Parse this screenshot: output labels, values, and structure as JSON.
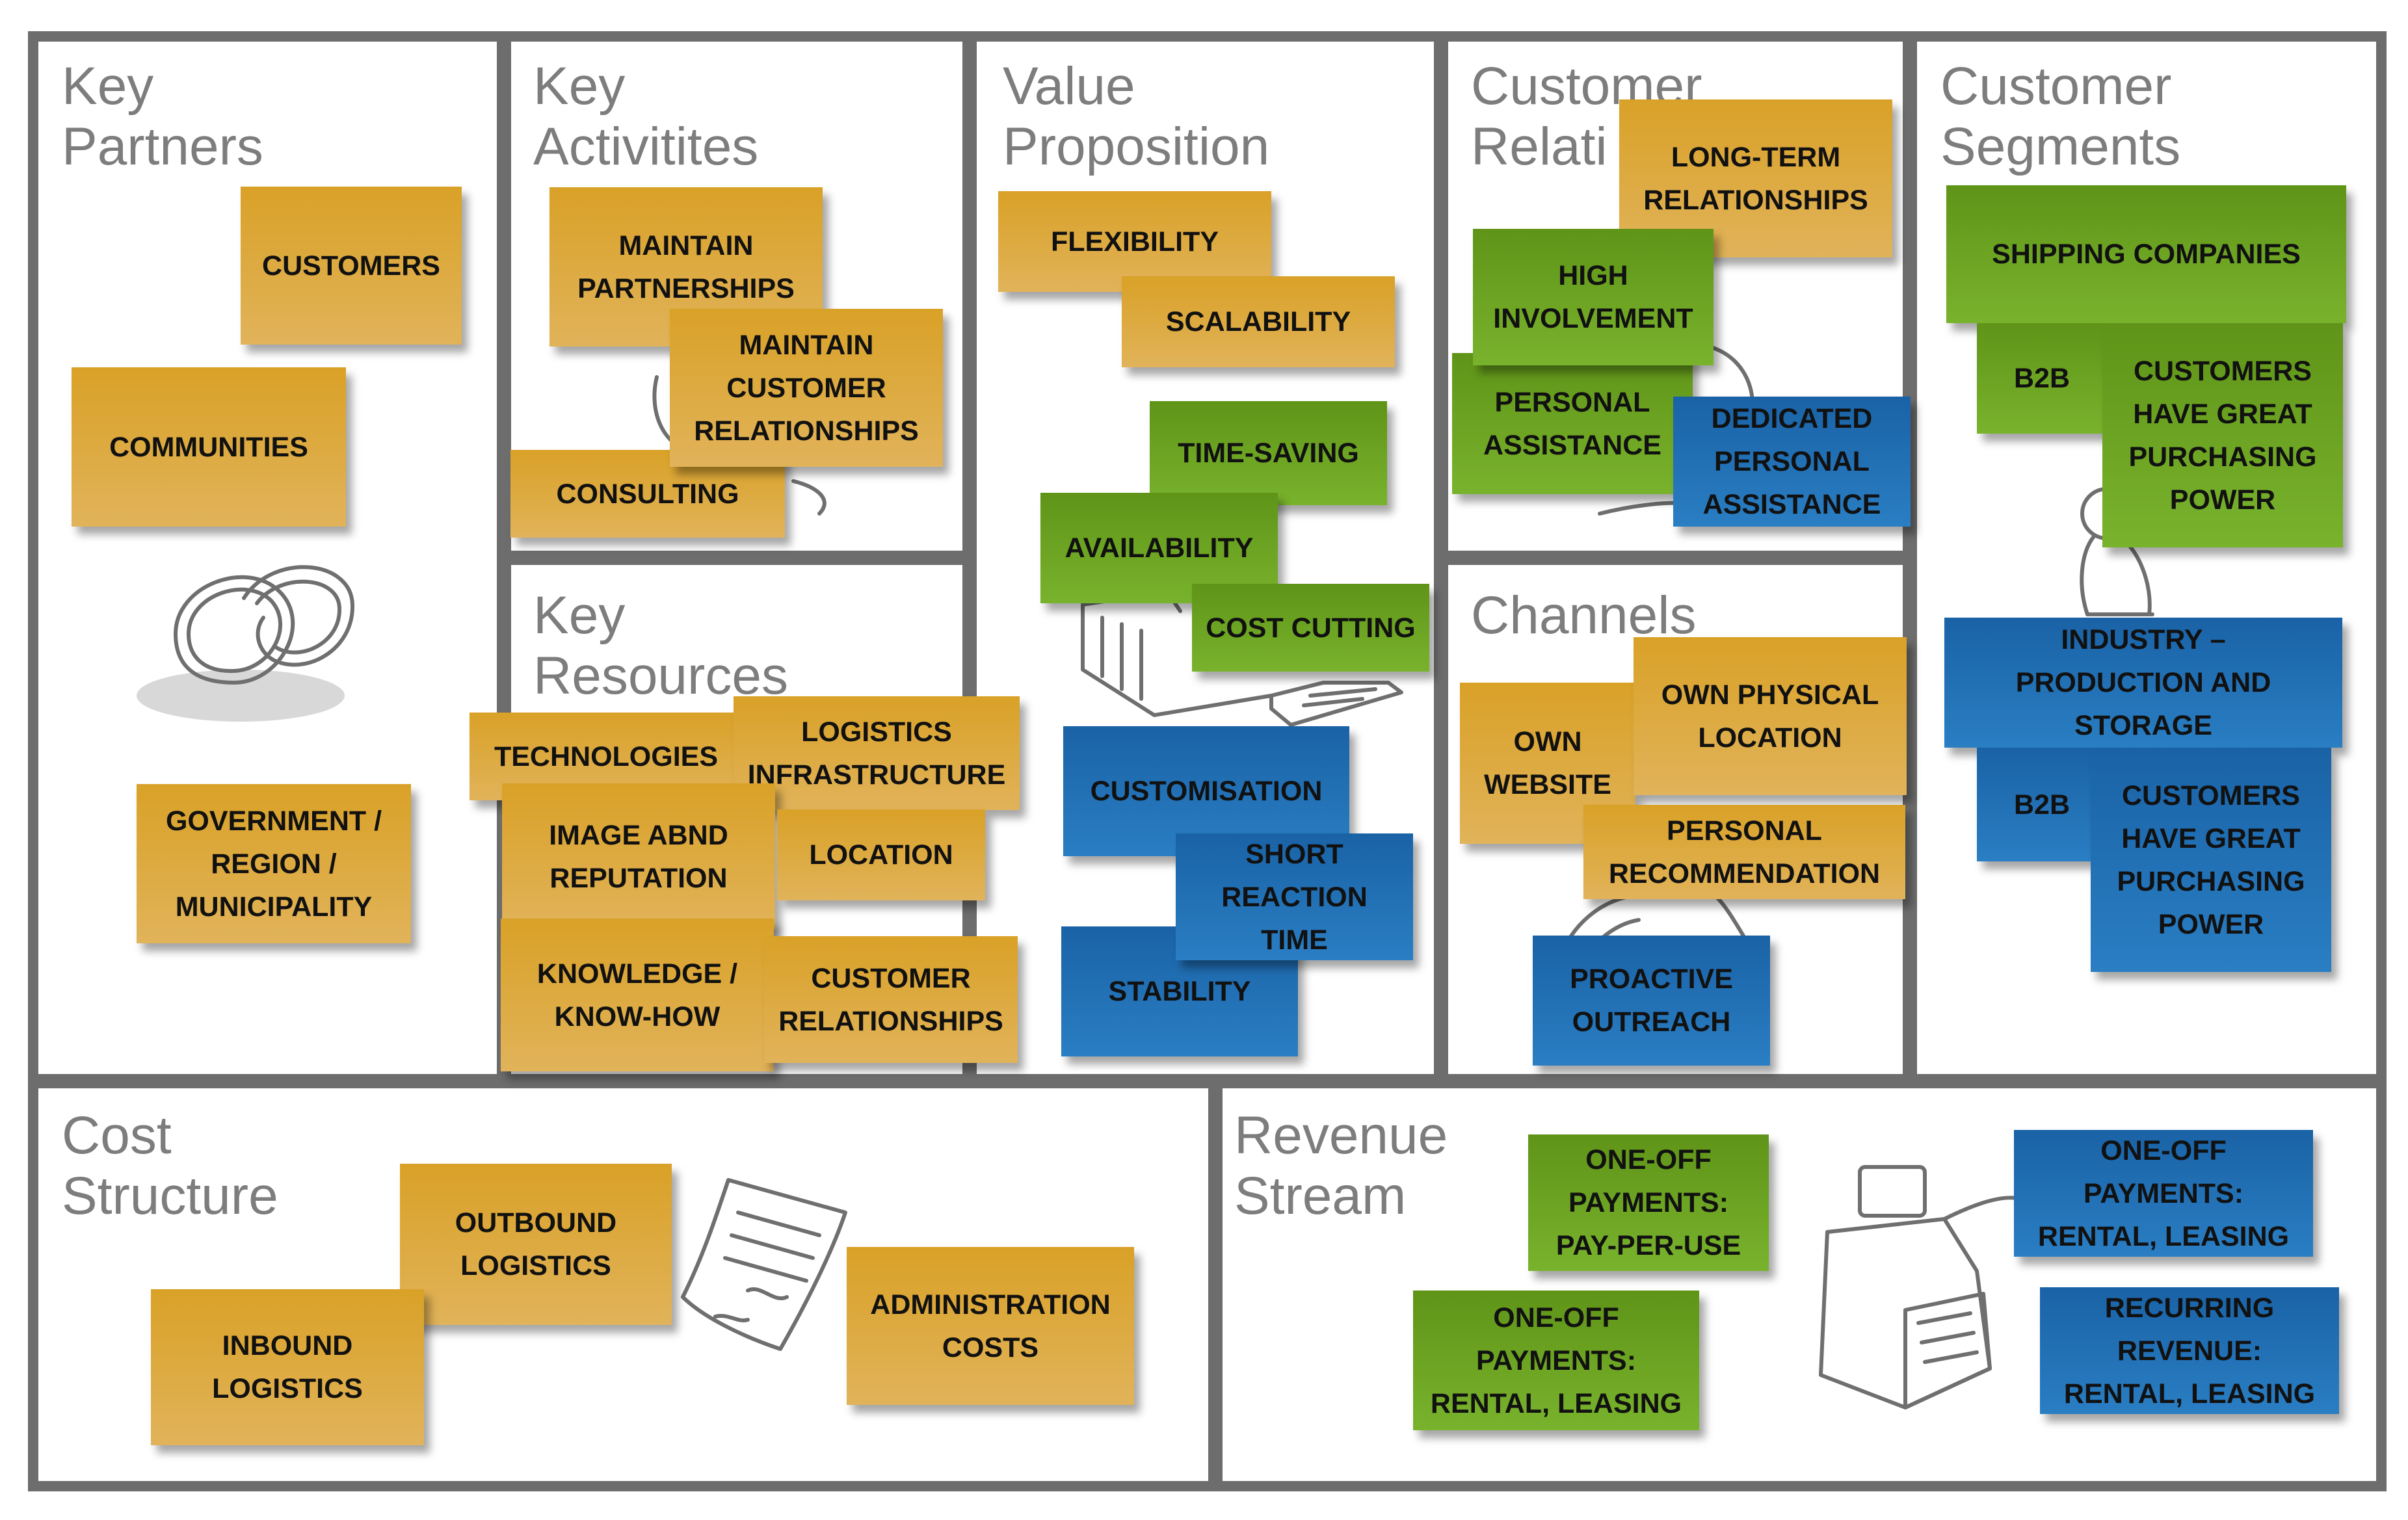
{
  "colors": {
    "border": "#6d6d6d",
    "title": "#7d7d7d",
    "orange": "#d8a235",
    "green": "#68a121",
    "blue": "#1f6fb5",
    "text": "#111111"
  },
  "icons": [
    "rings-icon",
    "worker-icon",
    "factory-icon",
    "handshake-icon",
    "thinking-person-icon",
    "walking-legs-icon",
    "contract-icon",
    "cash-register-icon"
  ],
  "sections": {
    "key_partners": {
      "title": "Key\nPartners",
      "notes": [
        "CUSTOMERS",
        "COMMUNITIES",
        "GOVERNMENT /\nREGION /\nMUNICIPALITY"
      ]
    },
    "key_activities": {
      "title": "Key\nActivitites",
      "notes": [
        "MAINTAIN\nPARTNERSHIPS",
        "MAINTAIN\nCUSTOMER\nRELATIONSHIPS",
        "CONSULTING"
      ]
    },
    "key_resources": {
      "title": "Key\nResources",
      "notes": [
        "TECHNOLOGIES",
        "LOGISTICS\nINFRASTRUCTURE",
        "IMAGE ABND\nREPUTATION",
        "LOCATION",
        "KNOWLEDGE /\nKNOW-HOW",
        "CUSTOMER\nRELATIONSHIPS"
      ]
    },
    "value_proposition": {
      "title": "Value\nProposition",
      "notes": [
        "FLEXIBILITY",
        "SCALABILITY",
        "TIME-SAVING",
        "AVAILABILITY",
        "COST CUTTING",
        "CUSTOMISATION",
        "SHORT\nREACTION\nTIME",
        "STABILITY"
      ]
    },
    "customer_relationships": {
      "title": "Customer\nRelati",
      "notes": [
        "LONG-TERM\nRELATIONSHIPS",
        "HIGH\nINVOLVEMENT",
        "PERSONAL\nASSISTANCE",
        "DEDICATED\nPERSONAL\nASSISTANCE"
      ]
    },
    "channels": {
      "title": "Channels",
      "notes": [
        "OWN\nWEBSITE",
        "OWN PHYSICAL\nLOCATION",
        "PERSONAL\nRECOMMENDATION",
        "PROACTIVE\nOUTREACH"
      ]
    },
    "customer_segments": {
      "title": "Customer\nSegments",
      "notes": [
        "SHIPPING COMPANIES",
        "B2B",
        "CUSTOMERS\nHAVE GREAT\nPURCHASING\nPOWER",
        "INDUSTRY –\nPRODUCTION AND\nSTORAGE",
        "B2B",
        "CUSTOMERS\nHAVE GREAT\nPURCHASING\nPOWER"
      ]
    },
    "cost_structure": {
      "title": "Cost\nStructure",
      "notes": [
        "OUTBOUND\nLOGISTICS",
        "INBOUND\nLOGISTICS",
        "ADMINISTRATION\nCOSTS"
      ]
    },
    "revenue_stream": {
      "title": "Revenue\nStream",
      "notes": [
        "ONE-OFF\nPAYMENTS:\nPAY-PER-USE",
        "ONE-OFF\nPAYMENTS:\nRENTAL, LEASING",
        "ONE-OFF\nPAYMENTS:\nRENTAL, LEASING",
        "RECURRING\nREVENUE:\nRENTAL, LEASING"
      ]
    }
  }
}
